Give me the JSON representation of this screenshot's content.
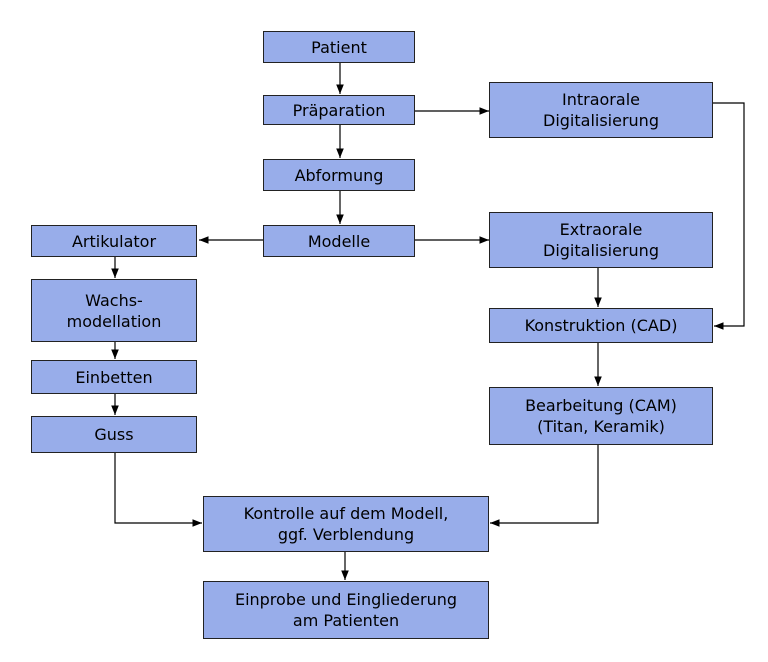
{
  "nodes": {
    "patient": "Patient",
    "praeparation": "Präparation",
    "abformung": "Abformung",
    "modelle": "Modelle",
    "intraorale": "Intraorale\nDigitalisierung",
    "extraorale": "Extraorale\nDigitalisierung",
    "artikulator": "Artikulator",
    "wachsmodellation": "Wachs-\nmodellation",
    "einbetten": "Einbetten",
    "guss": "Guss",
    "konstruktion": "Konstruktion (CAD)",
    "bearbeitung": "Bearbeitung (CAM)\n(Titan, Keramik)",
    "kontrolle": "Kontrolle auf dem Modell,\nggf. Verblendung",
    "einprobe": "Einprobe und Eingliederung\nam Patienten"
  },
  "colors": {
    "box_fill": "#98adea",
    "box_border": "#222222",
    "arrow": "#000000"
  }
}
